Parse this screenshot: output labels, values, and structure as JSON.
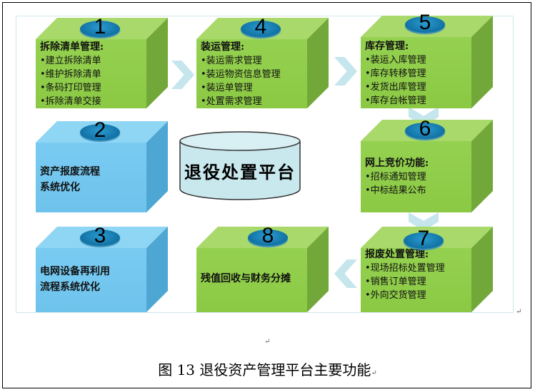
{
  "center": "退役处置平台",
  "caption": "图 13  退役资产管理平台主要功能",
  "para_mark": "↵",
  "boxes": {
    "b1": {
      "num": "1",
      "title": "拆除清单管理:",
      "items": [
        "•建立拆除清单",
        "•维护拆除清单",
        "•条码打印管理",
        "•拆除清单交接"
      ]
    },
    "b4": {
      "num": "4",
      "title": "装运管理:",
      "items": [
        "•装运需求管理",
        "•装运物资信息管理",
        "•装运单管理",
        "•处置需求管理"
      ]
    },
    "b5": {
      "num": "5",
      "title": "库存管理:",
      "items": [
        "•装运入库管理",
        "•库存转移管理",
        "•发货出库管理",
        "•库存台帐管理"
      ]
    },
    "b2": {
      "num": "2",
      "text": [
        "资产报废流程",
        "系统优化"
      ]
    },
    "b6": {
      "num": "6",
      "title": "网上竞价功能:",
      "items": [
        "•招标通知管理",
        "•中标结果公布"
      ]
    },
    "b3": {
      "num": "3",
      "text": [
        "电网设备再利用",
        "流程系统优化"
      ]
    },
    "b8": {
      "num": "8",
      "text": [
        "残值回收与财务分摊"
      ]
    },
    "b7": {
      "num": "7",
      "title": "报废处置管理:",
      "items": [
        "•现场招标处置管理",
        "•销售订单管理",
        "•外向交货管理"
      ]
    }
  }
}
